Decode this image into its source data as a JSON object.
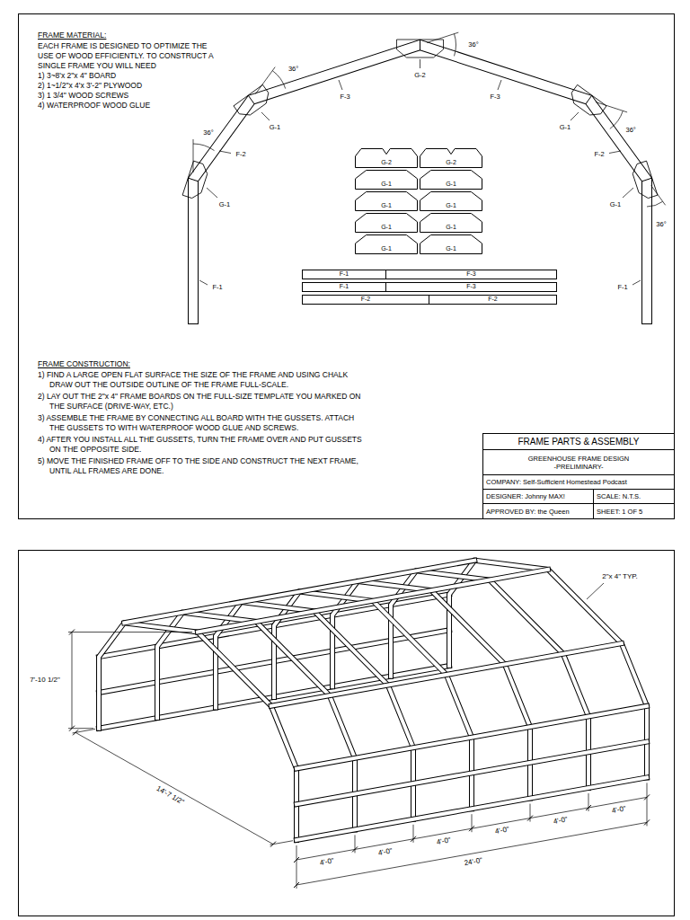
{
  "diagram": {
    "nodes": [
      {
        "text": [
          "G-2"
        ]
      },
      {
        "text": [
          "G-2"
        ]
      },
      {
        "text": [
          "G-1"
        ]
      },
      {
        "text": [
          "G-1"
        ]
      },
      {
        "text": [
          "G-1"
        ]
      },
      {
        "text": [
          "G-1"
        ]
      },
      {
        "text": [
          "G-1"
        ]
      },
      {
        "text": [
          "G-1"
        ]
      },
      {
        "text": [
          "G-1"
        ]
      },
      {
        "text": [
          "G-1"
        ]
      },
      {
        "text": [
          "F-1"
        ]
      },
      {
        "text": [
          "F-3"
        ]
      },
      {
        "text": [
          "F-1"
        ]
      },
      {
        "text": [
          "F-3"
        ]
      },
      {
        "text": [
          "F-2"
        ]
      },
      {
        "text": [
          "F-2"
        ]
      },
      {
        "text": [
          "FRAME PARTS & ASSEMBLY"
        ]
      },
      {
        "text": [
          "GREENHOUSE FRAME DESIGN",
          "-PRELIMINARY-"
        ]
      },
      {
        "text": [
          "COMPANY: Self-Sufficient Homestead Podcast"
        ]
      },
      {
        "text": [
          "DESIGNER: Johnny MAX!"
        ]
      },
      {
        "text": [
          "SCALE: N.T.S."
        ]
      },
      {
        "text": [
          "APPROVED BY: the Queen"
        ]
      },
      {
        "text": [
          "SHEET: 1 OF 5"
        ]
      }
    ],
    "labels": [
      "FRAME MATERIAL:",
      "EACH FRAME IS DESIGNED TO OPTIMIZE THE USE OF WOOD EFFICIENTLY. TO CONSTRUCT A SINGLE FRAME YOU WILL NEED",
      "1) 3~8'x 2\"x 4\" BOARD",
      "2) 1~1/2\"x 4'x 3'-2\" PLYWOOD",
      "3) 1 3/4\" WOOD SCREWS",
      "4) WATERPROOF WOOD GLUE",
      "36°",
      "36°",
      "36°",
      "36°",
      "36°",
      "G-2",
      "F-3",
      "F-3",
      "G-1",
      "G-1",
      "F-2",
      "F-2",
      "G-1",
      "G-1",
      "F-1",
      "F-1",
      "FRAME CONSTRUCTION:",
      "1) FIND A LARGE OPEN FLAT SURFACE THE SIZE OF THE FRAME AND USING CHALK DRAW OUT THE OUTSIDE OUTLINE OF THE FRAME FULL-SCALE.",
      "2) LAY OUT THE 2\"x 4\" FRAME BOARDS ON THE FULL-SIZE TEMPLATE YOU MARKED ON THE SURFACE (DRIVE-WAY, ETC.)",
      "3) ASSEMBLE THE FRAME BY CONNECTING ALL BOARD WITH THE GUSSETS. ATTACH THE GUSSETS TO WITH WATERPROOF WOOD GLUE AND SCREWS.",
      "4) AFTER YOU INSTALL ALL THE GUSSETS, TURN THE FRAME OVER AND PUT GUSSETS ON THE OPPOSITE SIDE.",
      "5) MOVE THE FINISHED FRAME OFF TO THE SIDE AND CONSTRUCT THE NEXT FRAME, UNTIL ALL FRAMES ARE DONE.",
      "2\"x 4\" TYP.",
      "7'-10 1/2\"",
      "14'-7 1/2\"",
      "4'-0\"",
      "4'-0\"",
      "4'-0\"",
      "4'-0\"",
      "4'-0\"",
      "4'-0\"",
      "24'-0\""
    ]
  }
}
